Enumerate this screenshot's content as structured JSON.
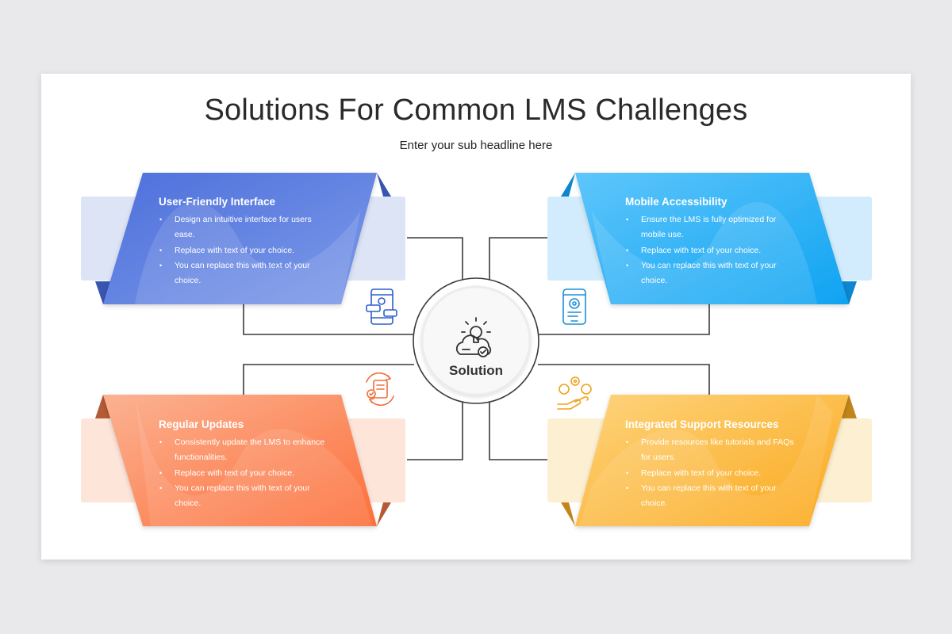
{
  "title": "Solutions For Common LMS Challenges",
  "subtitle": "Enter your sub headline here",
  "center": {
    "label": "Solution",
    "icon": "lightbulb-cloud-icon"
  },
  "cards": {
    "tl": {
      "title": "User-Friendly Interface",
      "color": "#5b7fdd",
      "icon": "mobile-chat-icon",
      "bullets": [
        "Design an intuitive interface for users ease.",
        "Replace with text of your choice.",
        "You can replace this with text of your choice."
      ]
    },
    "tr": {
      "title": "Mobile Accessibility",
      "color": "#29adf5",
      "icon": "mobile-settings-icon",
      "bullets": [
        "Ensure the LMS is fully optimized for mobile use.",
        "Replace with text of your choice.",
        "You can replace this with text of your choice."
      ]
    },
    "bl": {
      "title": "Regular Updates",
      "color": "#fb8453",
      "icon": "document-update-icon",
      "bullets": [
        "Consistently update the LMS to enhance functionalities.",
        "Replace with text of your choice.",
        "You can replace this with text of your choice."
      ]
    },
    "br": {
      "title": "Integrated Support Resources",
      "color": "#fbb431",
      "icon": "support-hand-icon",
      "bullets": [
        "Provide resources like tutorials and FAQs for users.",
        "Replace with text of your choice.",
        "You can replace this with text of your choice."
      ]
    }
  }
}
